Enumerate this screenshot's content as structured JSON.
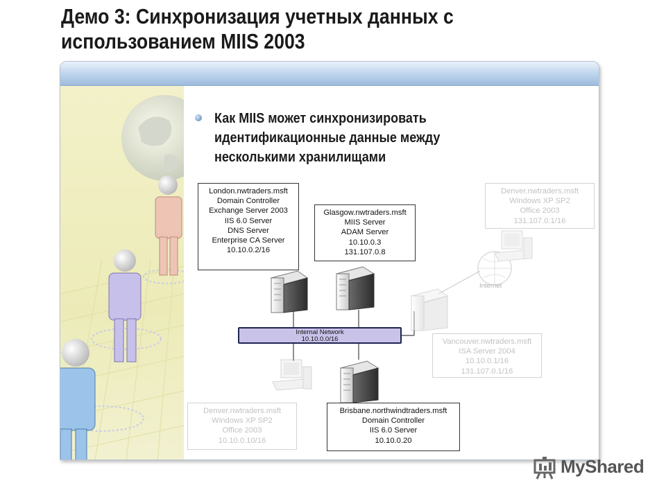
{
  "title": {
    "line1": "Демо 3: Синхронизация учетных данных с",
    "line2": "использованием MIIS 2003"
  },
  "bullet": {
    "line1": "Как MIIS может синхронизировать",
    "line2": "идентификационные данные между",
    "line3": "несколькими хранилищами"
  },
  "nodes": {
    "london": [
      "London.nwtraders.msft",
      "Domain Controller",
      "Exchange Server 2003",
      "IIS 6.0 Server",
      "DNS Server",
      "Enterprise CA Server",
      "10.10.0.2/16"
    ],
    "glasgow": [
      "Glasgow.nwtraders.msft",
      "MIIS Server",
      "ADAM Server",
      "10.10.0.3",
      "131.107.0.8"
    ],
    "denver_top": [
      "Denver.nwtraders.msft",
      "Windows XP SP2",
      "Office 2003",
      "131.107.0.1/16"
    ],
    "vancouver": [
      "Vancouver.nwtraders.msft",
      "ISA Server 2004",
      "10.10.0.1/16",
      "131.107.0.1/16"
    ],
    "denver_bottom": [
      "Denver.nwtraders.msft",
      "Windows XP SP2",
      "Office 2003",
      "10.10.0.10/16"
    ],
    "brisbane": [
      "Brisbane.northwindtraders.msft",
      "Domain Controller",
      "IIS 6.0 Server",
      "10.10.0.20"
    ]
  },
  "network": {
    "name": "Internal Network",
    "range": "10.10.0.0/16",
    "internet_label": "Internet"
  },
  "brand": {
    "name": "MyShared"
  },
  "colors": {
    "header_blue": "#9dbbdc",
    "network_fill": "#c9c3ea",
    "faded_text": "#c2c2c2",
    "left_art_bg": "#ecebb8"
  }
}
